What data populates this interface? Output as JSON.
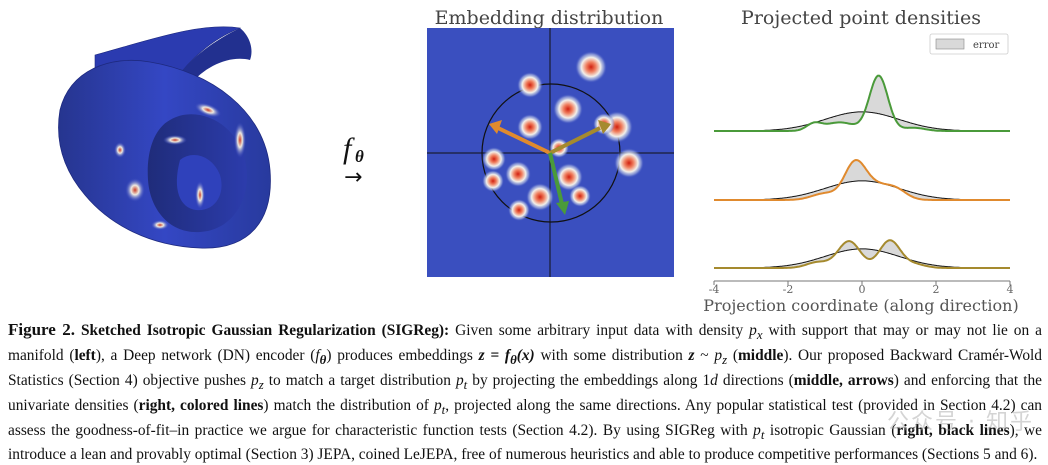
{
  "figure": {
    "fx_symbol": "f",
    "fx_subscript": "θ",
    "fx_arrow": "→",
    "middle_title": "Embedding distribution",
    "right_title": "Projected point densities",
    "legend_label": "error",
    "x_axis_label": "Projection coordinate (along direction)",
    "x_ticks": [
      "-4",
      "-2",
      "0",
      "2",
      "4"
    ],
    "colors": {
      "background_blue": "#3a4fbf",
      "manifold_blue": "#2f3fb5",
      "arrow_orange": "#e08a2e",
      "arrow_olive": "#a58a2e",
      "arrow_green": "#4a9a3a",
      "line_green": "#4a9a3a",
      "line_orange": "#e08a2e",
      "line_olive": "#a58a2e",
      "error_fill": "#d9d9d9"
    }
  },
  "chart_data": {
    "type": "area",
    "title": "Projected point densities",
    "xlabel": "Projection coordinate (along direction)",
    "xlim": [
      -4,
      4
    ],
    "x_ticks": [
      -4,
      -2,
      0,
      2,
      4
    ],
    "target": {
      "mean": 0,
      "std": 1
    },
    "series": [
      {
        "color": "#4a9a3a",
        "components": [
          [
            0.45,
            0.25,
            0.72
          ],
          [
            -0.6,
            0.4,
            0.18
          ],
          [
            -1.3,
            0.2,
            0.07
          ],
          [
            1.4,
            0.3,
            0.05
          ]
        ]
      },
      {
        "color": "#e08a2e",
        "components": [
          [
            -0.2,
            0.28,
            0.5
          ],
          [
            0.3,
            0.35,
            0.25
          ],
          [
            0.9,
            0.3,
            0.16
          ],
          [
            -1.0,
            0.35,
            0.12
          ]
        ]
      },
      {
        "color": "#a58a2e",
        "components": [
          [
            -0.35,
            0.3,
            0.42
          ],
          [
            0.75,
            0.28,
            0.4
          ],
          [
            -1.2,
            0.3,
            0.09
          ],
          [
            1.4,
            0.3,
            0.06
          ]
        ]
      }
    ],
    "legend": {
      "entries": [
        "error"
      ],
      "position": "top-right"
    }
  },
  "caption": {
    "figure_label": "Figure 2.",
    "bold_title": "Sketched Isotropic Gaussian Regularization (SIGReg):",
    "s1": " Given some arbitrary input data with density ",
    "s2": " with support that may or may not lie on a manifold (",
    "s3": "left",
    "s4": "), a Deep network (DN) encoder (",
    "s5": ") produces embeddings ",
    "s6": " with some distribution ",
    "s7": " (",
    "s8": "middle",
    "s9": "). Our proposed Backward Cramér-Wold Statistics (Section 4) objective pushes ",
    "s10": " to match a target distribution ",
    "s11": " by projecting the embeddings along 1",
    "s12": " directions (",
    "s13": "middle, arrows",
    "s14": ") and enforcing that the univariate densities (",
    "s15": "right, colored lines",
    "s16": ") match the distribution of ",
    "s17": ", projected along the same directions. Any popular statistical test (provided in Section 4.2) can assess the goodness-of-fit–in practice we argue for characteristic function tests (Section 4.2). By using SIGReg with ",
    "s18": " isotropic Gaussian (",
    "s19": "right, black lines",
    "s20": "), we introduce a lean and provably optimal (Section 3) JEPA, coined LeJEPA, free of numerous heuristics and able to produce competitive performances (Sections 5 and 6).",
    "m_px": "p",
    "m_px_sub": "x",
    "m_f": "f",
    "m_f_sub": "θ",
    "m_eq": "z = f",
    "m_eq_sub": "θ",
    "m_eq_rest": "(x)",
    "m_z": "z",
    "m_sim": " ~ ",
    "m_pz": "p",
    "m_pz_sub": "z",
    "m_pt": "p",
    "m_pt_sub": "t",
    "m_d": "d"
  },
  "watermark": "公众号 · 知乎"
}
